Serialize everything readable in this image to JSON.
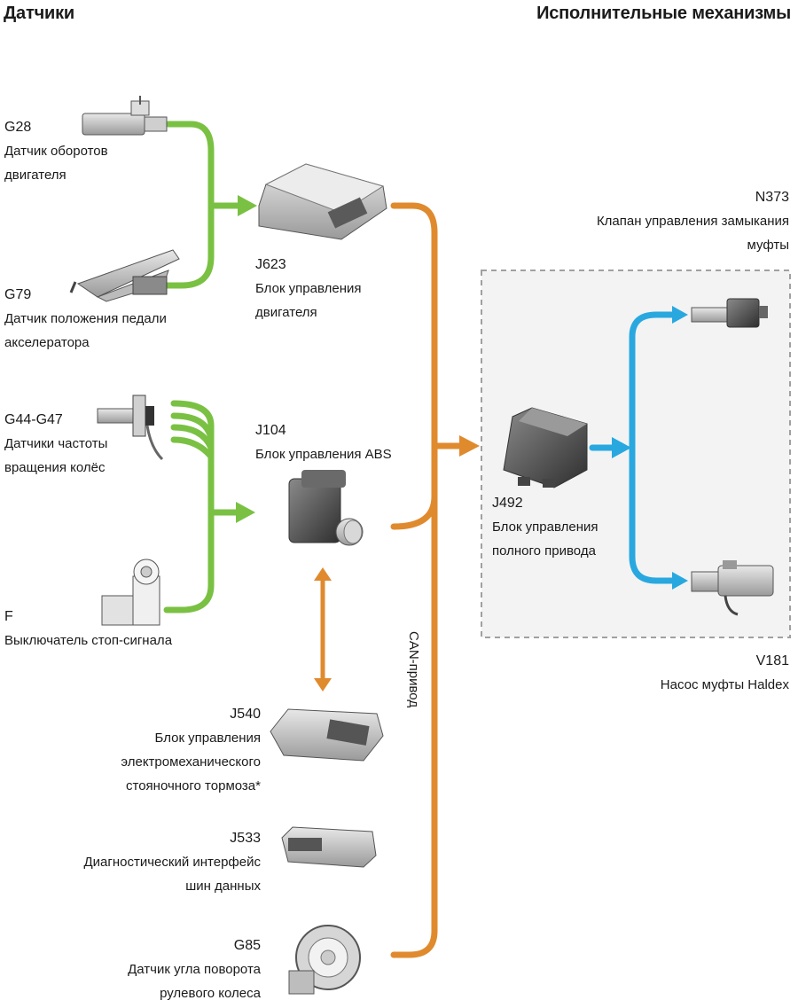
{
  "headers": {
    "sensors": "Датчики",
    "actuators": "Исполнительные механизмы"
  },
  "components": {
    "g28": {
      "code": "G28",
      "lines": [
        "Датчик оборотов",
        "двигателя"
      ]
    },
    "g79": {
      "code": "G79",
      "lines": [
        "Датчик положения педали",
        "акселератора"
      ]
    },
    "g44": {
      "code": "G44-G47",
      "lines": [
        "Датчики частоты",
        "вращения колёс"
      ]
    },
    "f": {
      "code": "F",
      "lines": [
        "Выключатель стоп-сигнала"
      ]
    },
    "j623": {
      "code": "J623",
      "lines": [
        "Блок управления",
        "двигателя"
      ]
    },
    "j104": {
      "code": "J104",
      "lines": [
        "Блок управления ABS"
      ]
    },
    "j540": {
      "code": "J540",
      "lines": [
        "Блок управления",
        "электромеханического",
        "стояночного тормоза*"
      ]
    },
    "j533": {
      "code": "J533",
      "lines": [
        "Диагностический интерфейс",
        "шин данных"
      ]
    },
    "g85": {
      "code": "G85",
      "lines": [
        "Датчик угла поворота",
        "рулевого колеса"
      ]
    },
    "j492": {
      "code": "J492",
      "lines": [
        "Блок управления",
        "полного привода"
      ]
    },
    "n373": {
      "code": "N373",
      "lines": [
        "Клапан управления замыкания",
        "муфты"
      ]
    },
    "v181": {
      "code": "V181",
      "lines": [
        "Насос муфты Haldex"
      ]
    }
  },
  "bus_label": "CAN-привод",
  "colors": {
    "sensor_line": "#7ac143",
    "can_line": "#e08a2e",
    "actuator_line": "#29a8e0",
    "dashed_box": "#a0a0a0"
  }
}
